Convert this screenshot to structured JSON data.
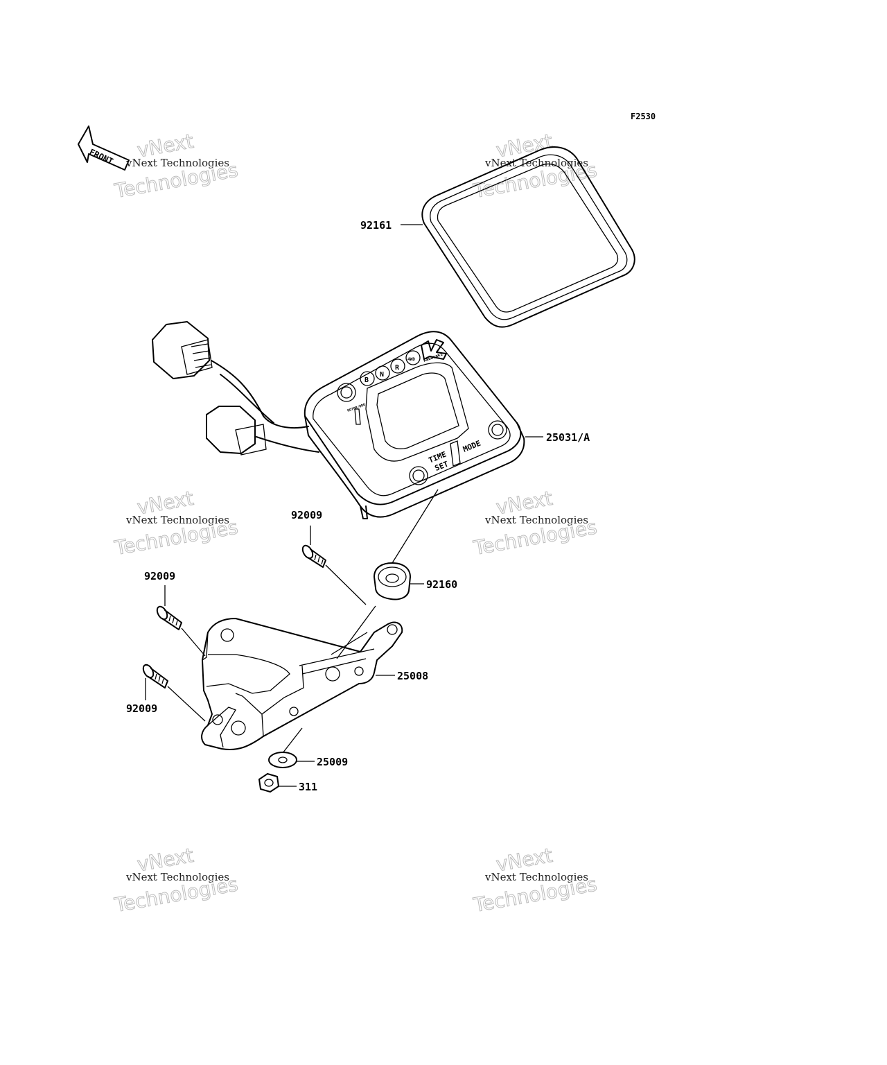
{
  "figure_code": "F2530",
  "front_label": "FRONT",
  "watermark": {
    "line1": "vNext Technologies",
    "line2": "vNext",
    "line3": "Technologies"
  },
  "parts": {
    "bezel": "92161",
    "meter": "25031/A",
    "screw_upper": "92009",
    "grommet": "92160",
    "screw_left_top": "92009",
    "bracket": "25008",
    "screw_left_bottom": "92009",
    "washer": "25009",
    "nut": "311"
  },
  "meter_face": {
    "indicators": [
      "B",
      "N",
      "R",
      "4WD"
    ],
    "brand": "Kawasaki",
    "left_button": "MOTOR/ODO",
    "time_set": "TIME\nSET",
    "mode": "MODE"
  }
}
